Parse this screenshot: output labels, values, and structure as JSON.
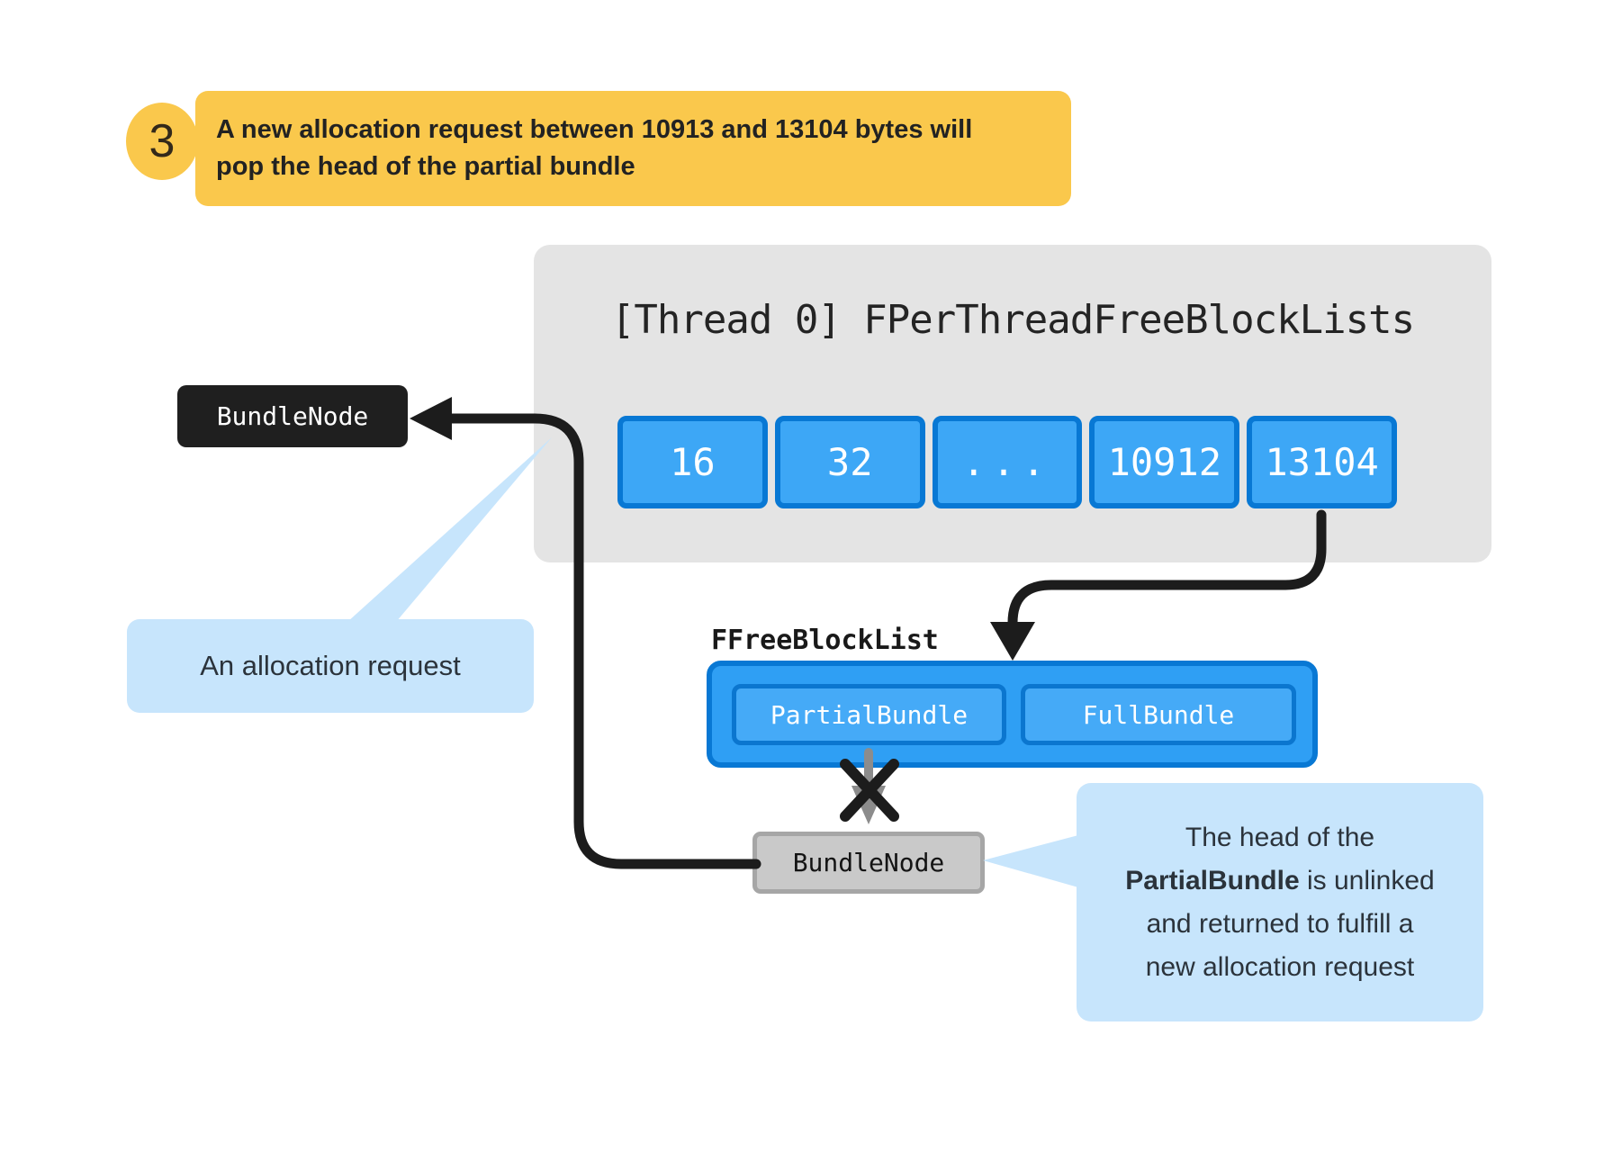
{
  "step_badge": {
    "number": "3",
    "line1": "A new allocation request between 10913 and 13104 bytes will",
    "line2": "pop the head of the partial bundle"
  },
  "thread_panel": {
    "title": "[Thread 0] FPerThreadFreeBlockLists",
    "blocks": [
      "16",
      "32",
      "...",
      "10912",
      "13104"
    ]
  },
  "bundle_node_left": {
    "label": "BundleNode"
  },
  "allocation_callout": {
    "text": "An allocation request"
  },
  "free_block_list": {
    "label": "FFreeBlockList",
    "partial_bundle": "PartialBundle",
    "full_bundle": "FullBundle"
  },
  "bundle_node_bottom": {
    "label": "BundleNode"
  },
  "head_callout": {
    "line1": "The head of the",
    "line2_bold": "PartialBundle",
    "line2_rest": " is unlinked",
    "line3": "and returned to fulfill a",
    "line4": "new allocation request"
  },
  "colors": {
    "step_yellow": "#FAC84C",
    "panel_gray": "#E4E4E4",
    "block_blue_fill": "#3DA7F6",
    "block_blue_border": "#0878D4",
    "container_blue_fill": "#2F9FF4",
    "inner_blue_fill": "#45AAF7",
    "inner_blue_border": "#0B76CF",
    "callout_light_blue": "#C7E5FC",
    "node_black": "#1F1F1F",
    "node_gray_fill": "#C9C9C9",
    "node_gray_border": "#A6A6A6",
    "arrow_black": "#1C1C1C",
    "arrow_gray": "#8C8C8C"
  }
}
